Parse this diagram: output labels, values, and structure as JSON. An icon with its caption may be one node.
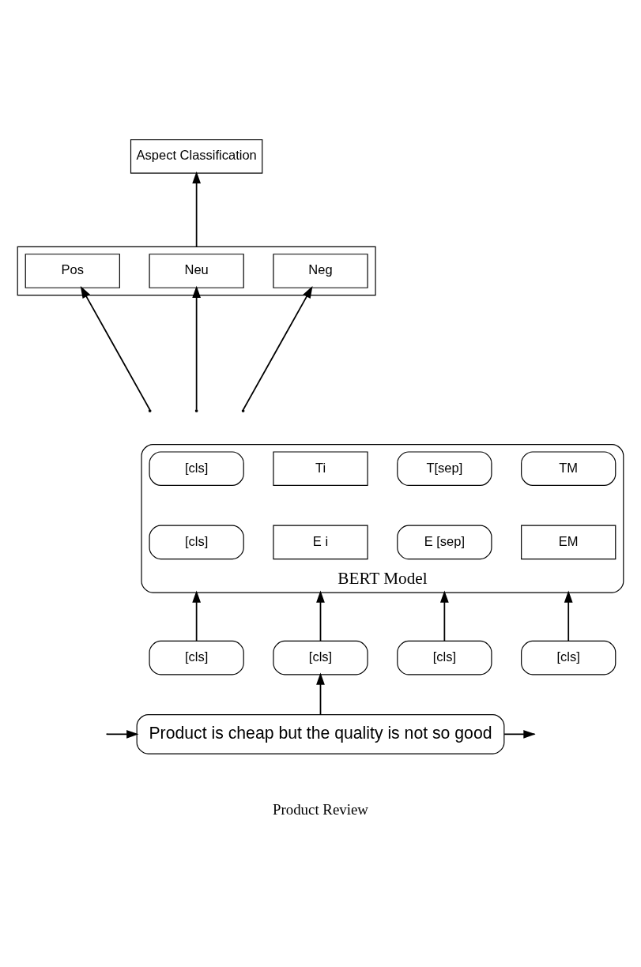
{
  "diagram": {
    "nodes": [
      {
        "text": [
          "Aspect Classification"
        ]
      },
      {
        "text": [],
        "shape": "box"
      },
      {
        "text": [
          "Pos"
        ],
        "in": 1
      },
      {
        "text": [
          "Neu"
        ],
        "in": 1
      },
      {
        "text": [
          "Neg"
        ],
        "in": 1
      },
      {
        "text": [
          "BERT Model"
        ]
      },
      {
        "text": [
          "[cls]"
        ],
        "in": 5
      },
      {
        "text": [
          "Ti"
        ],
        "in": 5
      },
      {
        "text": [
          "T[sep]"
        ],
        "in": 5
      },
      {
        "text": [
          "TM"
        ],
        "in": 5
      },
      {
        "text": [
          "[cls]"
        ],
        "in": 5
      },
      {
        "text": [
          "E i"
        ],
        "in": 5
      },
      {
        "text": [
          "E [sep]"
        ],
        "in": 5
      },
      {
        "text": [
          "EM"
        ],
        "in": 5
      },
      {
        "text": [
          "[cls]"
        ]
      },
      {
        "text": [
          "[cls]"
        ]
      },
      {
        "text": [
          "[cls]"
        ]
      },
      {
        "text": [
          "[cls]"
        ]
      },
      {
        "text": [
          "Product is cheap but the quality is not so good"
        ],
        "beside": [
          "Product Review"
        ]
      }
    ],
    "edges": [
      {
        "from": 1,
        "to": 0,
        "arrow": "to"
      },
      {
        "from": null,
        "to": 2,
        "arrow": "to"
      },
      {
        "from": null,
        "to": 3,
        "arrow": "to"
      },
      {
        "from": null,
        "to": 4,
        "arrow": "to"
      },
      {
        "from": 14,
        "to": 5,
        "arrow": "to"
      },
      {
        "from": 15,
        "to": 5,
        "arrow": "to"
      },
      {
        "from": 16,
        "to": 5,
        "arrow": "to"
      },
      {
        "from": 17,
        "to": 5,
        "arrow": "to"
      },
      {
        "from": 18,
        "to": 15,
        "arrow": "to"
      },
      {
        "from": 18,
        "to": null,
        "arrow": "to"
      },
      {
        "from": null,
        "to": 18,
        "arrow": "to"
      }
    ]
  }
}
